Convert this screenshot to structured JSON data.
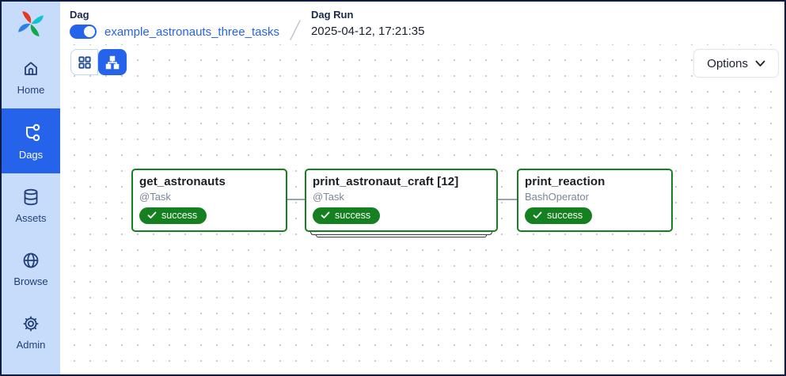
{
  "sidebar": {
    "items": [
      {
        "label": "Home",
        "icon": "home-icon",
        "active": false
      },
      {
        "label": "Dags",
        "icon": "dags-icon",
        "active": true
      },
      {
        "label": "Assets",
        "icon": "assets-icon",
        "active": false
      },
      {
        "label": "Browse",
        "icon": "browse-icon",
        "active": false
      },
      {
        "label": "Admin",
        "icon": "admin-icon",
        "active": false
      }
    ]
  },
  "header": {
    "dag_label": "Dag",
    "dag_name": "example_astronauts_three_tasks",
    "dag_toggle_enabled": true,
    "dag_run_label": "Dag Run",
    "dag_run_time": "2025-04-12, 17:21:35"
  },
  "toolbar": {
    "view_buttons": [
      {
        "icon": "grid-view-icon",
        "selected": false
      },
      {
        "icon": "graph-view-icon",
        "selected": true
      }
    ],
    "options_label": "Options"
  },
  "graph": {
    "nodes": [
      {
        "title": "get_astronauts",
        "subtitle": "@Task",
        "status": "success",
        "mapped": false
      },
      {
        "title": "print_astronaut_craft [12]",
        "subtitle": "@Task",
        "status": "success",
        "mapped": true
      },
      {
        "title": "print_reaction",
        "subtitle": "BashOperator",
        "status": "success",
        "mapped": false
      }
    ],
    "edges": [
      {
        "from": "get_astronauts",
        "to": "print_astronaut_craft"
      },
      {
        "from": "print_astronaut_craft",
        "to": "print_reaction"
      }
    ]
  },
  "colors": {
    "accent_blue": "#2563eb",
    "success_green": "#15801f",
    "sidebar_bg": "#c6dcfa",
    "sidebar_text": "#243f78",
    "window_border": "#0d1b3e",
    "link_blue": "#2563eb"
  }
}
